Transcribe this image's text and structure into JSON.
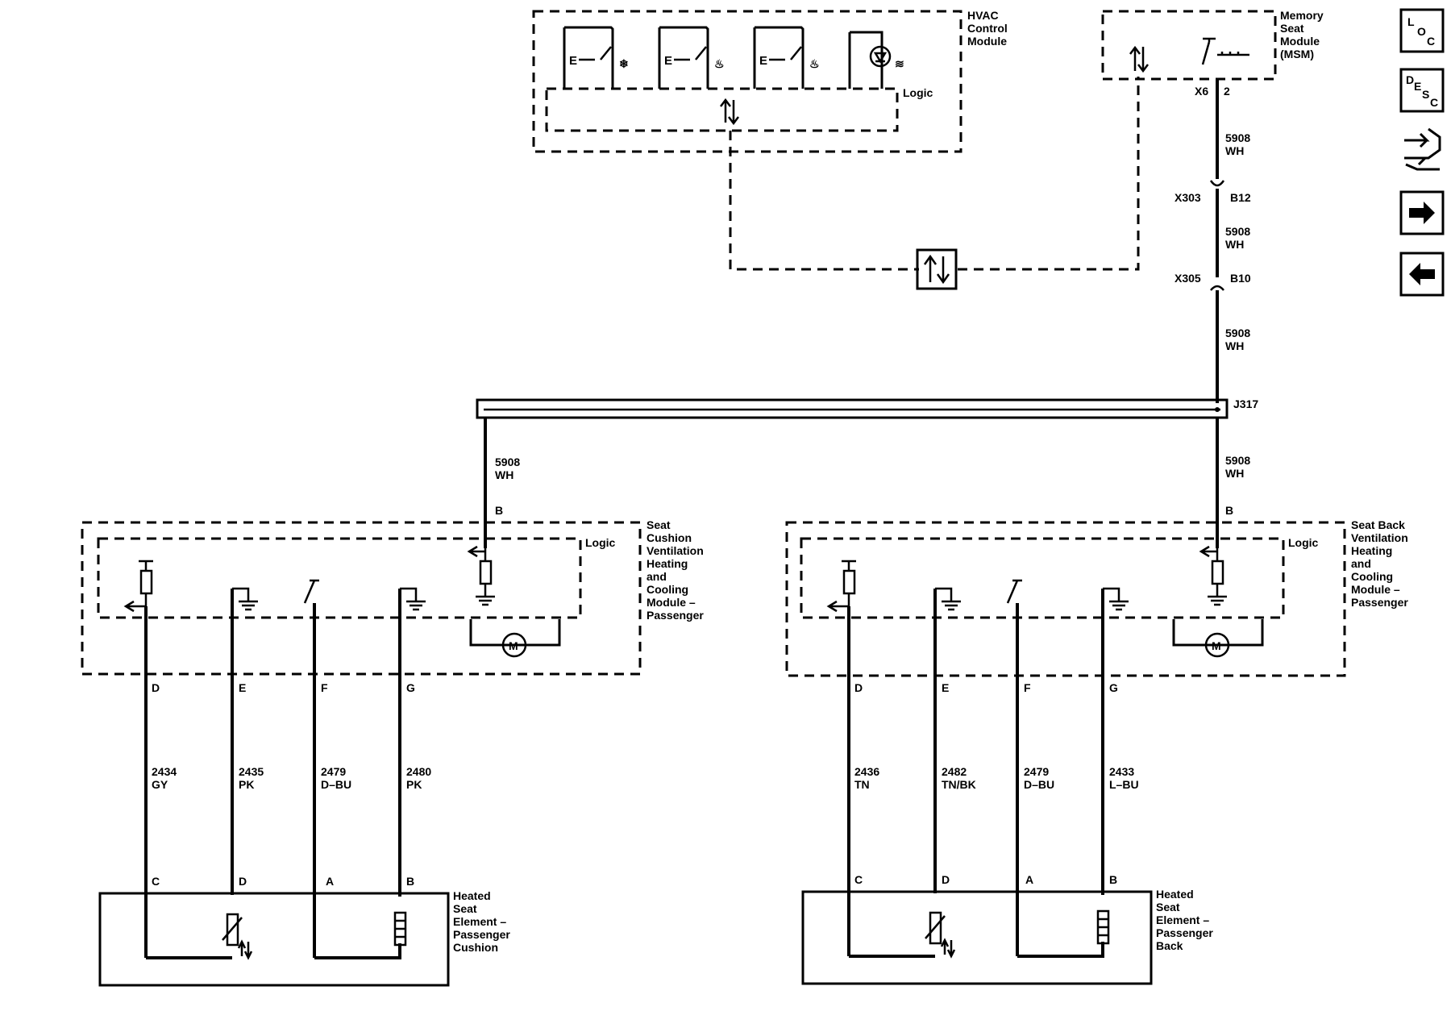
{
  "modules": {
    "hvac": {
      "name": [
        "HVAC",
        "Control",
        "Module"
      ],
      "logic": "Logic"
    },
    "msm": {
      "name": [
        "Memory",
        "Seat",
        "Module",
        "(MSM)"
      ],
      "connector": "X6",
      "pin": "2"
    },
    "cushion": {
      "name": [
        "Seat",
        "Cushion",
        "Ventilation",
        "Heating",
        "and",
        "Cooling",
        "Module –",
        "Passenger"
      ],
      "logic": "Logic",
      "motor": "M"
    },
    "back": {
      "name": [
        "Seat Back",
        "Ventilation",
        "Heating",
        "and",
        "Cooling",
        "Module –",
        "Passenger"
      ],
      "logic": "Logic",
      "motor": "M"
    },
    "heater_cushion": {
      "name": [
        "Heated",
        "Seat",
        "Element –",
        "Passenger",
        "Cushion"
      ]
    },
    "heater_back": {
      "name": [
        "Heated",
        "Seat",
        "Element –",
        "Passenger",
        "Back"
      ]
    }
  },
  "main_wire": {
    "seg1": {
      "circuit": "5908",
      "color": "WH"
    },
    "conn1": {
      "name": "X303",
      "pin": "B12"
    },
    "seg2": {
      "circuit": "5908",
      "color": "WH"
    },
    "conn2": {
      "name": "X305",
      "pin": "B10"
    },
    "seg3": {
      "circuit": "5908",
      "color": "WH"
    },
    "splice": "J317",
    "left_branch": {
      "circuit": "5908",
      "color": "WH",
      "pin": "B"
    },
    "right_branch": {
      "circuit": "5908",
      "color": "WH",
      "pin": "B"
    }
  },
  "cushion_wires": [
    {
      "pin_top": "D",
      "circuit": "2434",
      "color": "GY",
      "pin_bottom": "C"
    },
    {
      "pin_top": "E",
      "circuit": "2435",
      "color": "PK",
      "pin_bottom": "D"
    },
    {
      "pin_top": "F",
      "circuit": "2479",
      "color": "D–BU",
      "pin_bottom": "A"
    },
    {
      "pin_top": "G",
      "circuit": "2480",
      "color": "PK",
      "pin_bottom": "B"
    }
  ],
  "back_wires": [
    {
      "pin_top": "D",
      "circuit": "2436",
      "color": "TN",
      "pin_bottom": "C"
    },
    {
      "pin_top": "E",
      "circuit": "2482",
      "color": "TN/BK",
      "pin_bottom": "D"
    },
    {
      "pin_top": "F",
      "circuit": "2479",
      "color": "D–BU",
      "pin_bottom": "A"
    },
    {
      "pin_top": "G",
      "circuit": "2433",
      "color": "L–BU",
      "pin_bottom": "B"
    }
  ],
  "nav": {
    "loc": [
      "L",
      "O",
      "C"
    ],
    "desc": [
      "D",
      "E",
      "S",
      "C"
    ],
    "icons": [
      "connector-icon",
      "arrow-right-icon",
      "arrow-left-icon"
    ]
  }
}
